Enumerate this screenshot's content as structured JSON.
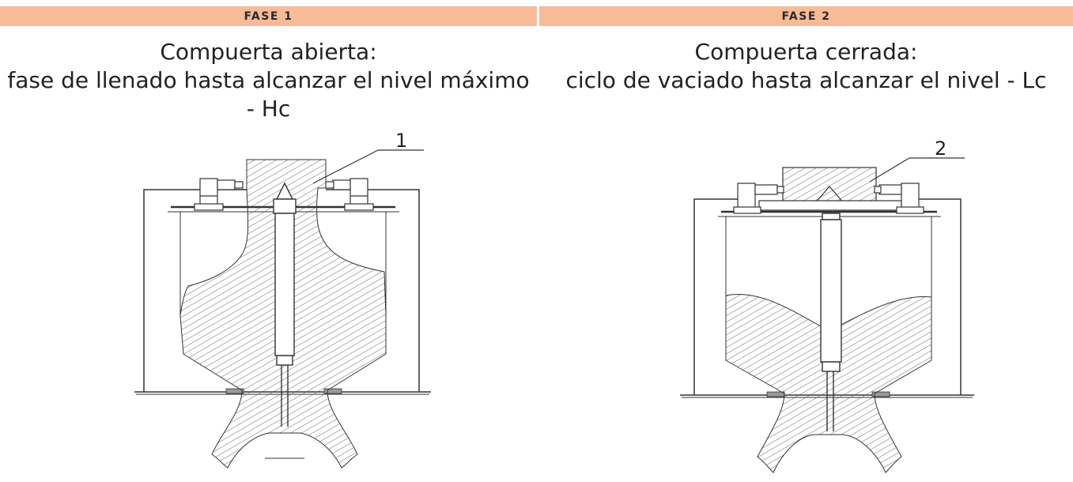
{
  "phase1": {
    "header": "FASE 1",
    "caption_line1": "Compuerta abierta:",
    "caption_line2": "fase de llenado hasta alcanzar el nivel máximo - Hc",
    "callout": "1"
  },
  "phase2": {
    "header": "FASE 2",
    "caption_line1": "Compuerta cerrada:",
    "caption_line2": "ciclo de vaciado hasta alcanzar el nivel - Lc",
    "callout": "2"
  },
  "colors": {
    "header_bg": "#f7bb98",
    "line": "#333333",
    "hatch": "#555555"
  }
}
